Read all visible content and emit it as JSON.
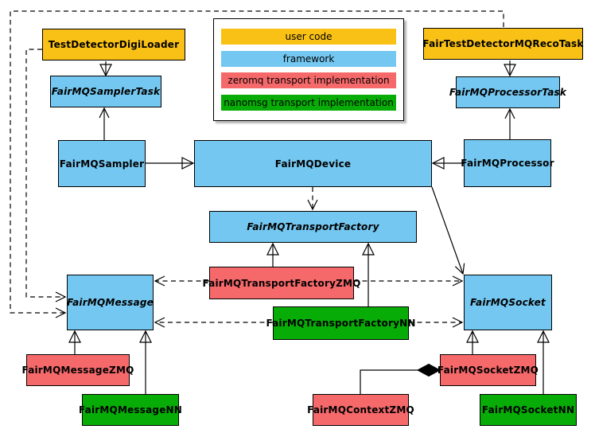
{
  "colors": {
    "user_code": "#F9C116",
    "framework": "#74C7F0",
    "zeromq": "#F6696B",
    "nanomsg": "#07AC07"
  },
  "legend": {
    "items": [
      {
        "label": "user code",
        "role": "user_code"
      },
      {
        "label": "framework",
        "role": "framework"
      },
      {
        "label": "zeromq transport implementation",
        "role": "zeromq"
      },
      {
        "label": "nanomsg transport implementation",
        "role": "nanomsg"
      }
    ]
  },
  "nodes": {
    "test_detector_digi_loader": {
      "label": "TestDetectorDigiLoader"
    },
    "fair_test_detector_mq_reco_task": {
      "label": "FairTestDetectorMQRecoTask"
    },
    "fairmq_sampler_task": {
      "label": "FairMQSamplerTask"
    },
    "fairmq_processor_task": {
      "label": "FairMQProcessorTask"
    },
    "fairmq_sampler": {
      "label": "FairMQSampler"
    },
    "fairmq_device": {
      "label": "FairMQDevice"
    },
    "fairmq_processor": {
      "label": "FairMQProcessor"
    },
    "fairmq_transport_factory": {
      "label": "FairMQTransportFactory"
    },
    "fairmq_transport_factory_zmq": {
      "label": "FairMQTransportFactoryZMQ"
    },
    "fairmq_transport_factory_nn": {
      "label": "FairMQTransportFactoryNN"
    },
    "fairmq_message": {
      "label": "FairMQMessage"
    },
    "fairmq_socket": {
      "label": "FairMQSocket"
    },
    "fairmq_message_zmq": {
      "label": "FairMQMessageZMQ"
    },
    "fairmq_message_nn": {
      "label": "FairMQMessageNN"
    },
    "fairmq_context_zmq": {
      "label": "FairMQContextZMQ"
    },
    "fairmq_socket_zmq": {
      "label": "FairMQSocketZMQ"
    },
    "fairmq_socket_nn": {
      "label": "FairMQSocketNN"
    }
  }
}
